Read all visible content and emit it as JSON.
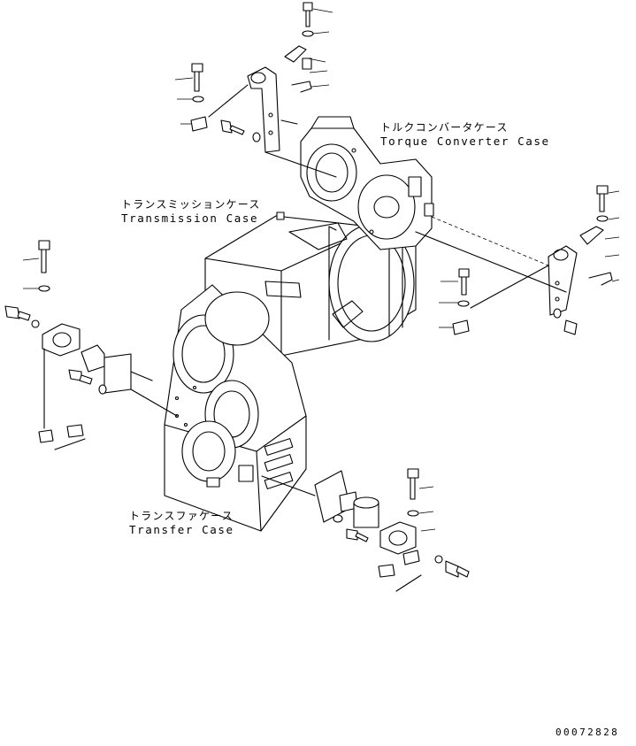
{
  "labels": {
    "torque_converter_case_jp": "トルクコンバータケース",
    "torque_converter_case_en": "Torque Converter Case",
    "transmission_case_jp": "トランスミッションケース",
    "transmission_case_en": "Transmission Case",
    "transfer_case_jp": "トランスファケース",
    "transfer_case_en": "Transfer Case"
  },
  "drawing_number": "00072828"
}
